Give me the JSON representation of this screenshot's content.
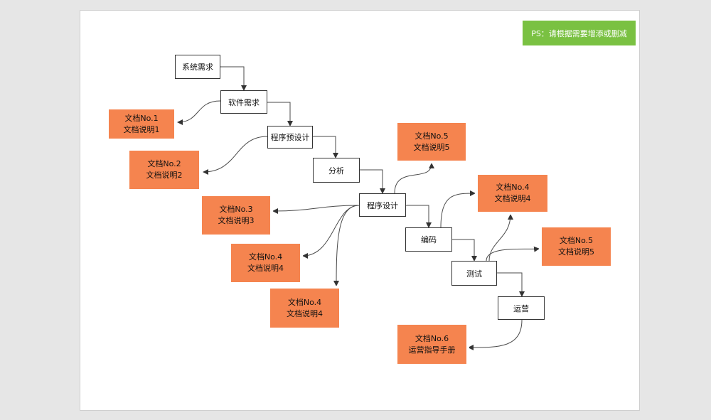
{
  "note": "PS：请根据需要增添或删减",
  "colors": {
    "doc_fill": "#f5844f",
    "note_fill": "#7ac142",
    "canvas": "#e6e6e6",
    "page": "#ffffff"
  },
  "process": {
    "sysreq": "系统需求",
    "softreq": "软件需求",
    "predesign": "程序预设计",
    "analysis": "分析",
    "design": "程序设计",
    "coding": "编码",
    "testing": "测试",
    "operation": "运营"
  },
  "docs": {
    "d1": {
      "title": "文档No.1",
      "desc": "文档说明1"
    },
    "d2": {
      "title": "文档No.2",
      "desc": "文档说明2"
    },
    "d3": {
      "title": "文档No.3",
      "desc": "文档说明3"
    },
    "d4a": {
      "title": "文档No.4",
      "desc": "文档说明4"
    },
    "d4b": {
      "title": "文档No.4",
      "desc": "文档说明4"
    },
    "d5a": {
      "title": "文档No.5",
      "desc": "文档说明5"
    },
    "d4c": {
      "title": "文档No.4",
      "desc": "文档说明4"
    },
    "d5b": {
      "title": "文档No.5",
      "desc": "文档说明5"
    },
    "d6": {
      "title": "文档No.6",
      "desc": "运营指导手册"
    }
  }
}
